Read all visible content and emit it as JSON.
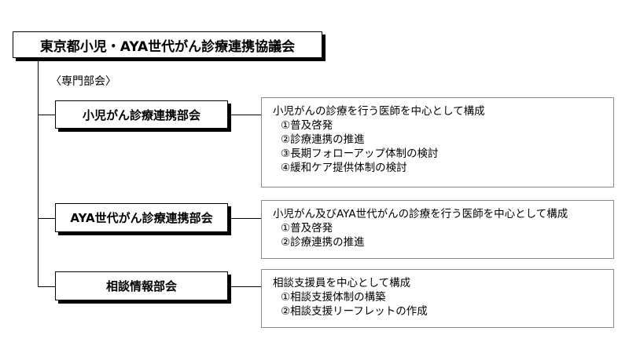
{
  "title": "東京都小児・AYA世代がん診療連携協議会",
  "section_label": "〈専門部会〉",
  "committees": [
    {
      "name": "小児がん診療連携部会",
      "description": "小児がんの診療を行う医師を中心として構成",
      "items": [
        "①普及啓発",
        "②診療連携の推進",
        "③長期フォローアップ体制の検討",
        "④緩和ケア提供体制の検討"
      ]
    },
    {
      "name": "AYA世代がん診療連携部会",
      "description": "小児がん及びAYA世代がんの診療を行う医師を中心として構成",
      "items": [
        "①普及啓発",
        "②診療連携の推進"
      ]
    },
    {
      "name": "相談情報部会",
      "description": "相談支援員を中心として構成",
      "items": [
        "①相談支援体制の構築",
        "②相談支援リーフレットの作成"
      ]
    }
  ]
}
